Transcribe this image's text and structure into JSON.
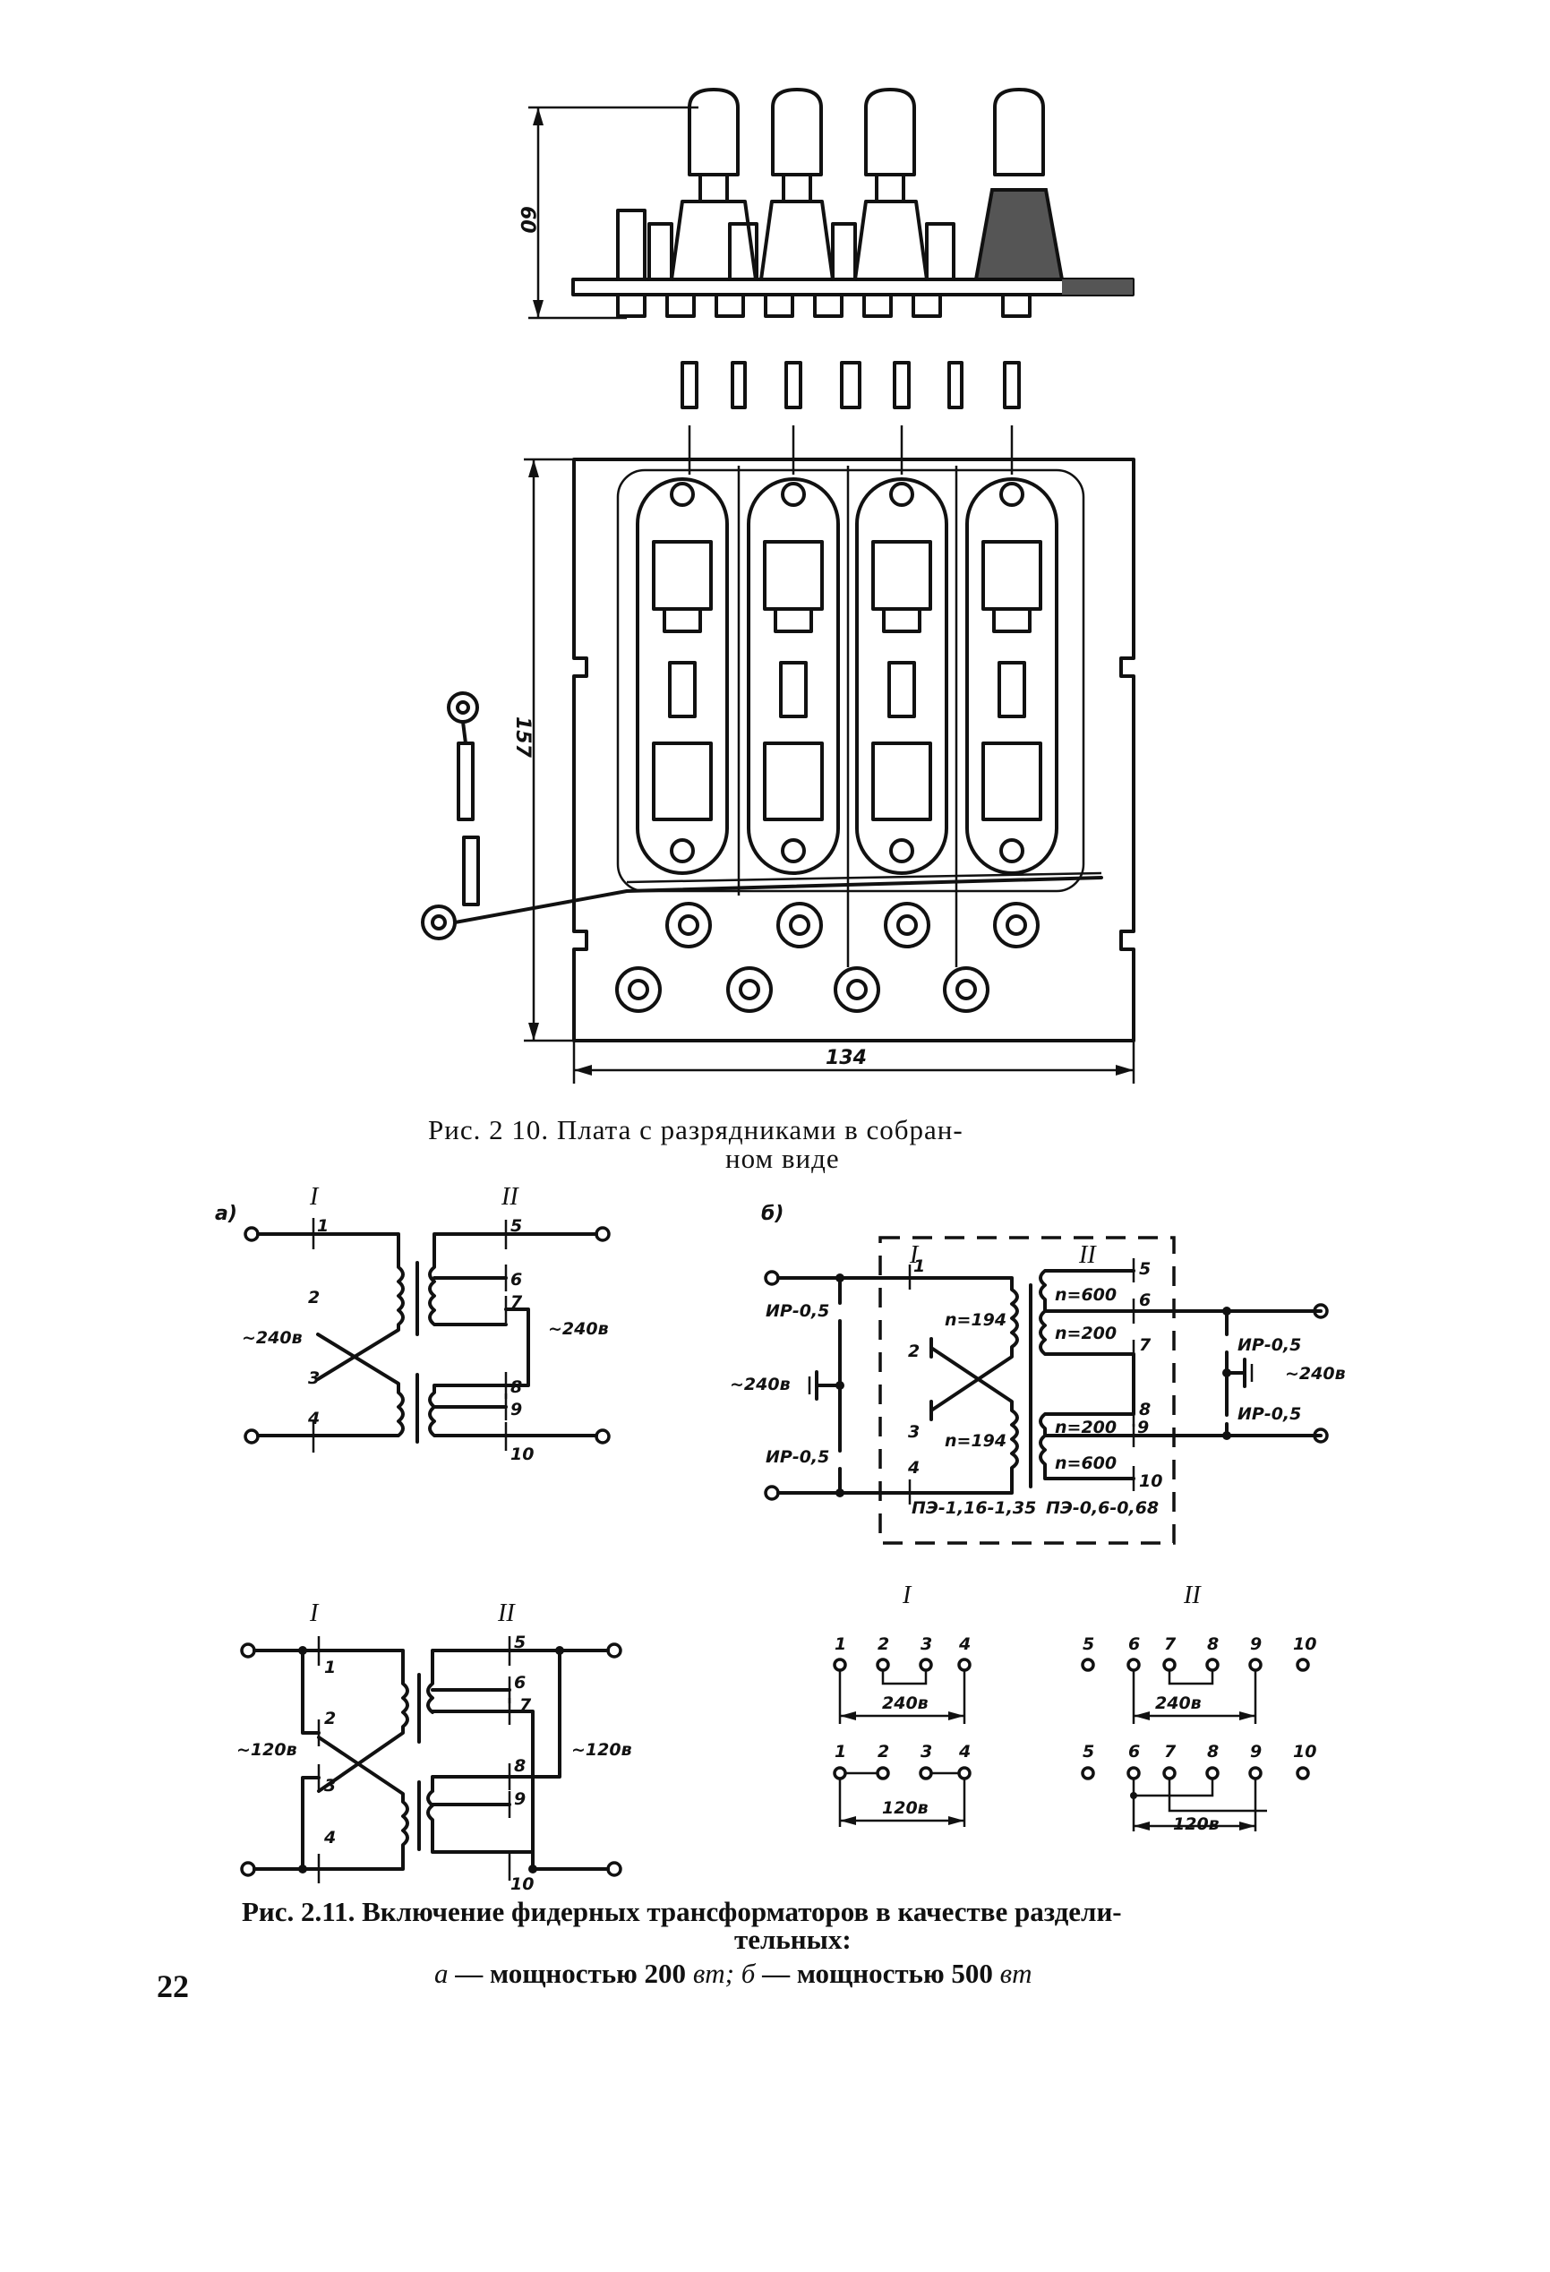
{
  "page_number": "22",
  "fig_2_10": {
    "dim_height": "60",
    "dim_length": "157",
    "dim_width": "134",
    "caption_line1": "Рис. 2 10. Плата с разрядниками в собран-",
    "caption_line2": "ном виде"
  },
  "fig_2_11": {
    "panel_a": {
      "label": "а)",
      "winding_primary": "I",
      "winding_secondary": "II",
      "pins": [
        "1",
        "2",
        "3",
        "4",
        "5",
        "6",
        "7",
        "8",
        "9",
        "10"
      ],
      "voltage_in": "~240в",
      "voltage_out": "~240в"
    },
    "panel_b": {
      "label": "б)",
      "winding_primary": "I",
      "winding_secondary": "II",
      "pins": [
        "1",
        "2",
        "3",
        "4",
        "5",
        "6",
        "7",
        "8",
        "9",
        "10"
      ],
      "arresters": [
        "ИР-0,5",
        "ИР-0,5",
        "ИР-0,5",
        "ИР-0,5"
      ],
      "turns": [
        "n=194",
        "n=194",
        "n=600",
        "n=200",
        "n=200",
        "n=600"
      ],
      "wire_primary": "ПЭ-1,16-1,35",
      "wire_secondary": "ПЭ-0,6-0,68",
      "voltage_in": "~240в",
      "voltage_out": "~240в"
    },
    "panel_a_120": {
      "winding_primary": "I",
      "winding_secondary": "II",
      "pins": [
        "1",
        "2",
        "3",
        "4",
        "5",
        "6",
        "7",
        "8",
        "9",
        "10"
      ],
      "voltage_in": "~120в",
      "voltage_out": "~120в"
    },
    "panel_b_terminals": {
      "group_primary": "I",
      "group_secondary": "II",
      "pins_primary": [
        "1",
        "2",
        "3",
        "4"
      ],
      "pins_secondary": [
        "5",
        "6",
        "7",
        "8",
        "9",
        "10"
      ],
      "voltage_240_primary": "240в",
      "voltage_240_secondary": "240в",
      "voltage_120_primary": "120в",
      "voltage_120_secondary": "120в"
    },
    "caption_line1": "Рис. 2.11. Включение фидерных трансформаторов в качестве раздели-",
    "caption_line2": "тельных:",
    "caption_line3a": "а",
    "caption_line3b": " — мощностью 200 ",
    "caption_line3c": "вт; б",
    "caption_line3d": " — мощностью 500 ",
    "caption_line3e": "вт"
  }
}
